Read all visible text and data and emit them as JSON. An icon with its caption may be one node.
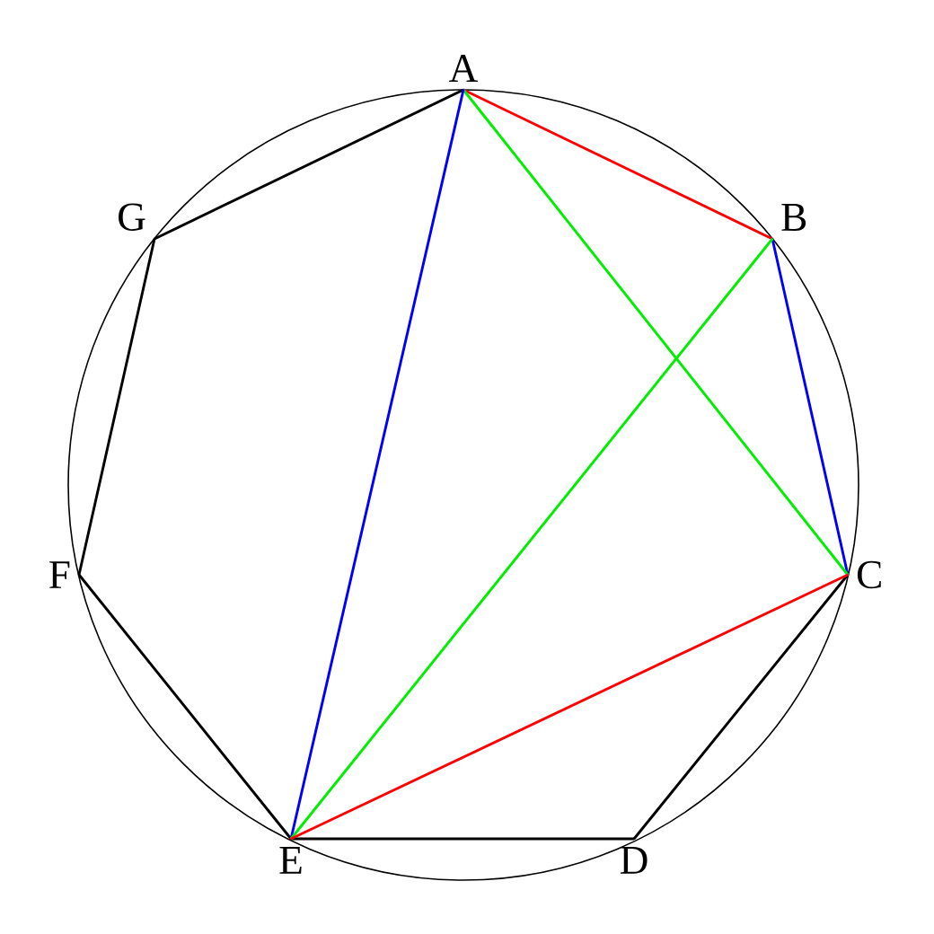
{
  "diagram": {
    "nodes": [
      {
        "text": [
          "A"
        ]
      },
      {
        "text": [
          "B"
        ]
      },
      {
        "text": [
          "C"
        ]
      },
      {
        "text": [
          "D"
        ]
      },
      {
        "text": [
          "E"
        ]
      },
      {
        "text": [
          "F"
        ]
      },
      {
        "text": [
          "G"
        ]
      }
    ],
    "edges": [
      {
        "from": 0,
        "to": 1,
        "arrow": "none",
        "color": "#ff0000"
      },
      {
        "from": 1,
        "to": 2,
        "arrow": "none",
        "color": "#0000ff"
      },
      {
        "from": 2,
        "to": 3,
        "arrow": "none"
      },
      {
        "from": 3,
        "to": 4,
        "arrow": "none"
      },
      {
        "from": 4,
        "to": 5,
        "arrow": "none"
      },
      {
        "from": 5,
        "to": 6,
        "arrow": "none"
      },
      {
        "from": 6,
        "to": 0,
        "arrow": "none"
      },
      {
        "from": 0,
        "to": 2,
        "arrow": "none",
        "color": "#00ee00"
      },
      {
        "from": 0,
        "to": 4,
        "arrow": "none",
        "color": "#0000ff"
      },
      {
        "from": 1,
        "to": 4,
        "arrow": "none",
        "color": "#00ee00"
      },
      {
        "from": 2,
        "to": 4,
        "arrow": "none",
        "color": "#ff0000"
      }
    ]
  }
}
